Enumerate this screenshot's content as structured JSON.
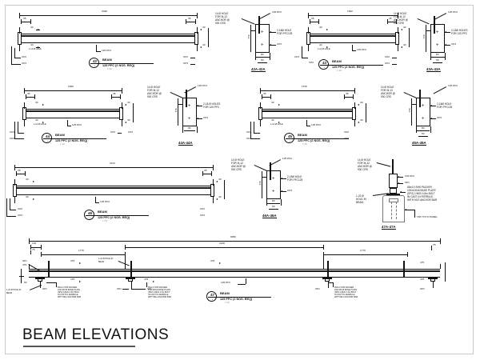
{
  "document": {
    "title": "BEAM ELEVATIONS",
    "sheet_background": "#ffffff",
    "line_color": "#111111",
    "frame_color": "#c9c9c9"
  },
  "common_labels": {
    "pfc": "125 PFC",
    "cp2": "CP2",
    "cp3": "CP3",
    "sp1": "SP1",
    "beam_word": "BEAM",
    "scale": "1:20",
    "hole_note": "14 Ø HOLE\nFOR M-12\nANCHOR @\n900 CRS",
    "two_hole_note": "2-18Ø HOLE\nFOR PFC125",
    "two_holes_note": "2-18 Ø HOLES\nFOR 125 PFC",
    "tag_35": "35",
    "tag_40": "40",
    "tag_1_14": "1-14 Ø HOLE",
    "tag_276": "276",
    "tag_50": "50",
    "tag_80": "80"
  },
  "beams": [
    {
      "id": "beam-42",
      "callout_number": "42",
      "callout_dash": "-",
      "name": "BEAM",
      "spec": "125 PFC (2 NOS. REQ)",
      "scale": "1:20",
      "overall_dim": "3048",
      "left_end_dim": "35",
      "right_end_dim": "35",
      "member_label": "125 PFC",
      "cleats": [
        "CP2",
        "CP3"
      ],
      "right_cleats": [
        "CP2",
        "CP3"
      ],
      "note_40": "40"
    },
    {
      "id": "beam-43",
      "callout_number": "43",
      "callout_dash": "-",
      "name": "BEAM",
      "spec": "125 PFC (2 NOS. REQ)",
      "scale": "1:20",
      "overall_dim": "1502",
      "left_end_dim": "35",
      "right_end_dim": "35",
      "member_label": "125 PFC",
      "cleats": [
        "CP3",
        "CP2"
      ],
      "right_cleats": [
        "CP2",
        "CP3"
      ],
      "note_40": "40"
    },
    {
      "id": "beam-44",
      "callout_number": "44",
      "callout_dash": "-",
      "name": "BEAM",
      "spec": "125 PFC (2 NOS. REQ)",
      "scale": "1:20",
      "overall_dim": "1660",
      "left_end_dim": "35",
      "right_end_dim": "35",
      "member_label": "125 PFC",
      "cleats": [
        "CP3",
        "CP2"
      ],
      "right_cleats": [
        "CP3",
        "CP3"
      ],
      "note_40": "40"
    },
    {
      "id": "beam-45",
      "callout_number": "45",
      "callout_dash": "-",
      "name": "BEAM",
      "spec": "125 PFC (2 NOS. REQ)",
      "scale": "1:20",
      "overall_dim": "1576",
      "left_end_dim": "35",
      "right_end_dim": "35",
      "member_label": "125 PFC",
      "cleats": [
        "CP2",
        "CP3"
      ],
      "right_cleats": [
        "CP2",
        "CP3"
      ],
      "note_40": "40"
    },
    {
      "id": "beam-46",
      "callout_number": "46",
      "callout_dash": "-",
      "name": "BEAM",
      "spec": "125 PFC (2 NOS. REQ)",
      "scale": "1:20",
      "overall_dim": "3372",
      "left_end_dim": "35",
      "right_end_dim": "35",
      "member_label": "125 PFC",
      "cleats": [
        "CP2",
        "CP3"
      ],
      "right_cleats": [
        "CP2",
        "CP3"
      ],
      "note_40": "40"
    },
    {
      "id": "beam-47",
      "callout_number": "47",
      "callout_dash": "-",
      "name": "BEAM",
      "spec": "125 PFC (1 NOS. REQ)",
      "scale": "1:20",
      "overall_dim": "6950",
      "segment_dims": [
        "1776",
        "3248",
        "1776"
      ],
      "end_dim_left": "100",
      "end_dim_left2": "75",
      "end_dim_right": "75",
      "depth_dim": "50",
      "member_label": "125 PFC",
      "supports": [
        "SP1",
        "SP1",
        "SP1",
        "SP1"
      ],
      "hole_note": "1-22 Ø HOLE IN\nBEAM",
      "base_note": "65x4.0 SHS PACKER\n100x100x6 BASE PLATE\n(SP2) 1/M20 4.6/s BOLT\nIN CAST IN FERRULE\nWITH M12 ANCHOR BAR",
      "note_475": "475"
    }
  ],
  "sections": [
    {
      "id": "section-42a",
      "label": "42A-42A",
      "hole_note": "14 Ø HOLE\nFOR M-12\nANCHOR @\n900 CRS",
      "member_label": "125 PFC",
      "holes_note": "2-18Ø HOLE\nFOR PFC125",
      "cleat": "CP3",
      "height_dim": "276",
      "width_dim": "80",
      "width_dim2": "50"
    },
    {
      "id": "section-43a",
      "label": "43A-43A",
      "hole_note": "14 Ø HOLE\nFOR M-12\nANCHOR @\n900 CRS",
      "member_label": "125 PFC",
      "holes_note": "2-18Ø HOLES\nFOR 125 PFC",
      "cleat": "CP3",
      "height_dim": "276",
      "width_dim": "80",
      "width_dim2": "50"
    },
    {
      "id": "section-44a",
      "label": "44A-44A",
      "hole_note": "14 Ø HOLE\nFOR M-12\nANCHOR @\n900 CRS",
      "member_label": "125 PFC",
      "holes_note": "2-18 Ø HOLES\nFOR 125 PFC",
      "cleat": "CP3",
      "height_dim": "276",
      "width_dim": "80",
      "width_dim2": "50"
    },
    {
      "id": "section-45a",
      "label": "45A-45A",
      "hole_note": "14 Ø HOLE\nFOR M-12\nANCHOR @\n900 CRS",
      "member_label": "125 PFC",
      "holes_note": "2-18Ø HOLE\nFOR PFC125",
      "cleat": "CP3",
      "height_dim": "276",
      "width_dim": "80",
      "width_dim2": "50"
    },
    {
      "id": "section-46a",
      "label": "46A-46A",
      "hole_note": "14 Ø HOLE\nFOR M-12\nANCHOR @\n900 CRS",
      "member_label": "125 PFC",
      "holes_note": "2-18Ø HOLE\nFOR PFC125",
      "cleat": "CP3",
      "height_dim": "276",
      "width_dim": "80",
      "width_dim2": "50"
    },
    {
      "id": "section-47a",
      "label": "47A-47A",
      "hole_note": "14 Ø HOLE\nFOR M-12\nANCHOR @\n900 CRS",
      "member_label": "125 PFC",
      "support_label": "SP1",
      "base_note": "65x4.0 SHS PACKER\n100x100x6 BASE PLATE\n(SP2) 1/M20 4.6/s BOLT\nIN CAST IN FERRULE\nWITH M12 ANCHOR BAR",
      "hole_in_beam": "1-22 Ø\nHOLE IN\nBEAM.",
      "panel_note": "150 Th P.C.PANEL"
    }
  ]
}
